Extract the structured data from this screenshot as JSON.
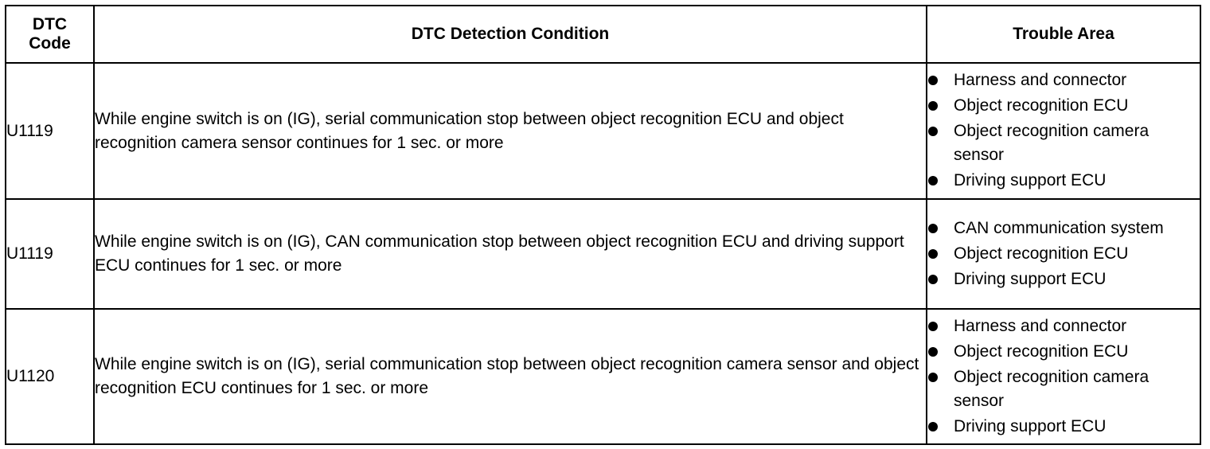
{
  "table": {
    "headers": {
      "code": "DTC Code",
      "condition": "DTC Detection Condition",
      "area": "Trouble Area"
    },
    "rows": [
      {
        "code": "U1119",
        "condition": "While engine switch is on (IG), serial communication stop between object recognition ECU and object recognition camera sensor continues for 1 sec. or more",
        "areas": [
          "Harness and connector",
          "Object recognition ECU",
          "Object recognition camera sensor",
          "Driving support ECU"
        ]
      },
      {
        "code": "U1119",
        "condition": "While engine switch is on (IG), CAN communication stop between object recognition ECU and driving support ECU continues for 1 sec. or more",
        "areas": [
          "CAN communication system",
          "Object recognition ECU",
          "Driving support ECU"
        ]
      },
      {
        "code": "U1120",
        "condition": "While engine switch is on (IG), serial communication stop between object recognition camera sensor and object recognition ECU continues for 1 sec. or more",
        "areas": [
          "Harness and connector",
          "Object recognition ECU",
          "Object recognition camera sensor",
          "Driving support ECU"
        ]
      }
    ]
  }
}
